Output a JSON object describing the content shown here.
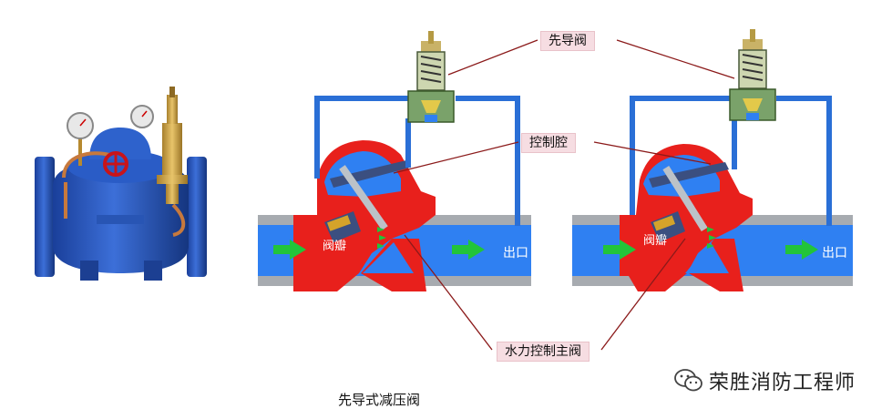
{
  "labels": {
    "pilot_valve": "先导阀",
    "control_chamber": "控制腔",
    "main_valve": "水力控制主阀",
    "valve_disc_left": "阀瓣",
    "valve_disc_right": "阀瓣",
    "outlet_left": "出口",
    "outlet_right": "出口",
    "caption": "先导式减压阀"
  },
  "watermark": {
    "text": "荣胜消防工程师",
    "icon": "wechat-icon"
  },
  "colors": {
    "pipe_blue": "#2a6fd6",
    "water_blue": "#2f80f2",
    "body_red": "#e8201c",
    "pipe_grey": "#9aa0a6",
    "arrow_green": "#22c43a",
    "valve_blue": "#1f4fb3",
    "leader_red": "#8b1a1a",
    "callout_bg": "#f6dde2"
  }
}
